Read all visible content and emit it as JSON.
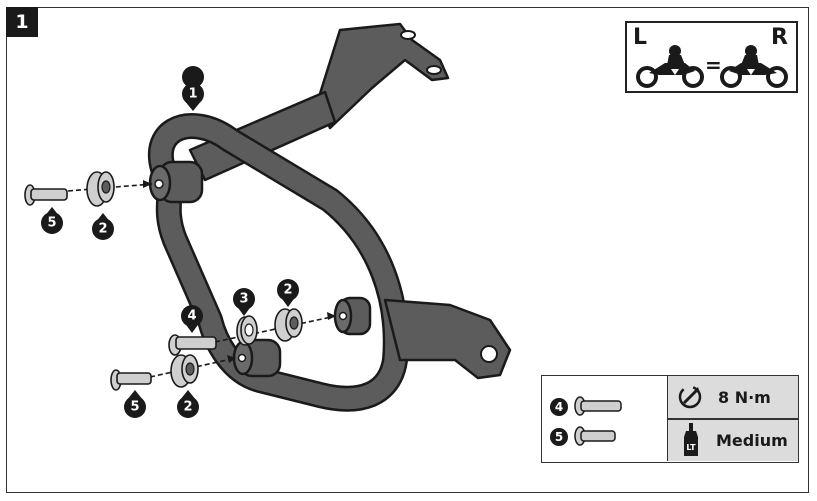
{
  "step": {
    "number": "1"
  },
  "side_indicator": {
    "left_label": "L",
    "equals": "=",
    "right_label": "R"
  },
  "callouts": {
    "frame_part": "1",
    "spacer_top": "2",
    "spacer_bottom": "2",
    "spacer_right": "2",
    "washer": "3",
    "bolt_long": "4",
    "bolt_top": "5",
    "bolt_bottom": "5"
  },
  "spec_table": {
    "rows": [
      {
        "item": "4",
        "value": "8 N·m",
        "icon": "torque-wrench-icon"
      },
      {
        "item": "5",
        "value": "Medium",
        "icon": "threadlocker-bottle-icon"
      }
    ],
    "bottle_label": "LT"
  },
  "colors": {
    "part_fill": "#5c5c5c",
    "part_outline": "#1a1a1a",
    "highlight": "#cfcfcf",
    "panel_grey": "#dcdcdc"
  }
}
